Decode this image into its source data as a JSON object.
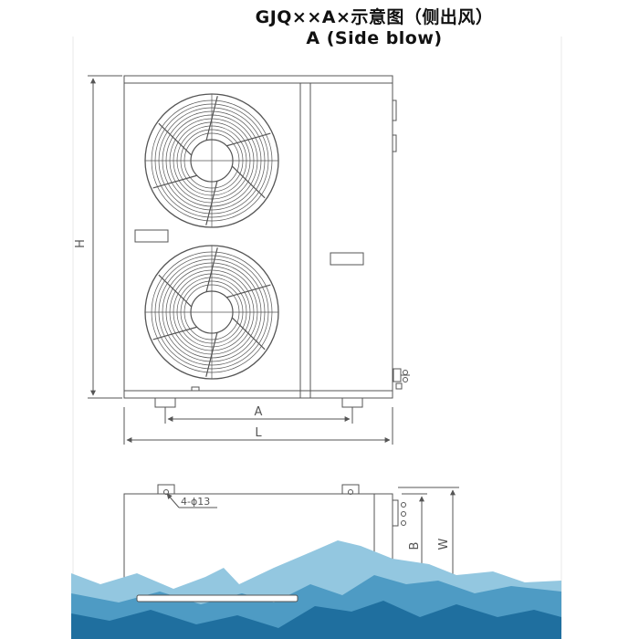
{
  "title": {
    "line1": "GJQ××A×示意图（侧出风）",
    "line2": "A (Side blow)"
  },
  "dimensions": {
    "height_label": "H",
    "length_label": "L",
    "foot_span_label": "A",
    "depth_label": "W",
    "foot_depth_label": "B",
    "hole_callout": "4-ϕ13"
  },
  "colors": {
    "line": "#555555",
    "mountain_light": "#93c7e0",
    "mountain_mid": "#4e9bc4",
    "mountain_dark": "#1f6f9f",
    "sky": "#ffffff"
  }
}
